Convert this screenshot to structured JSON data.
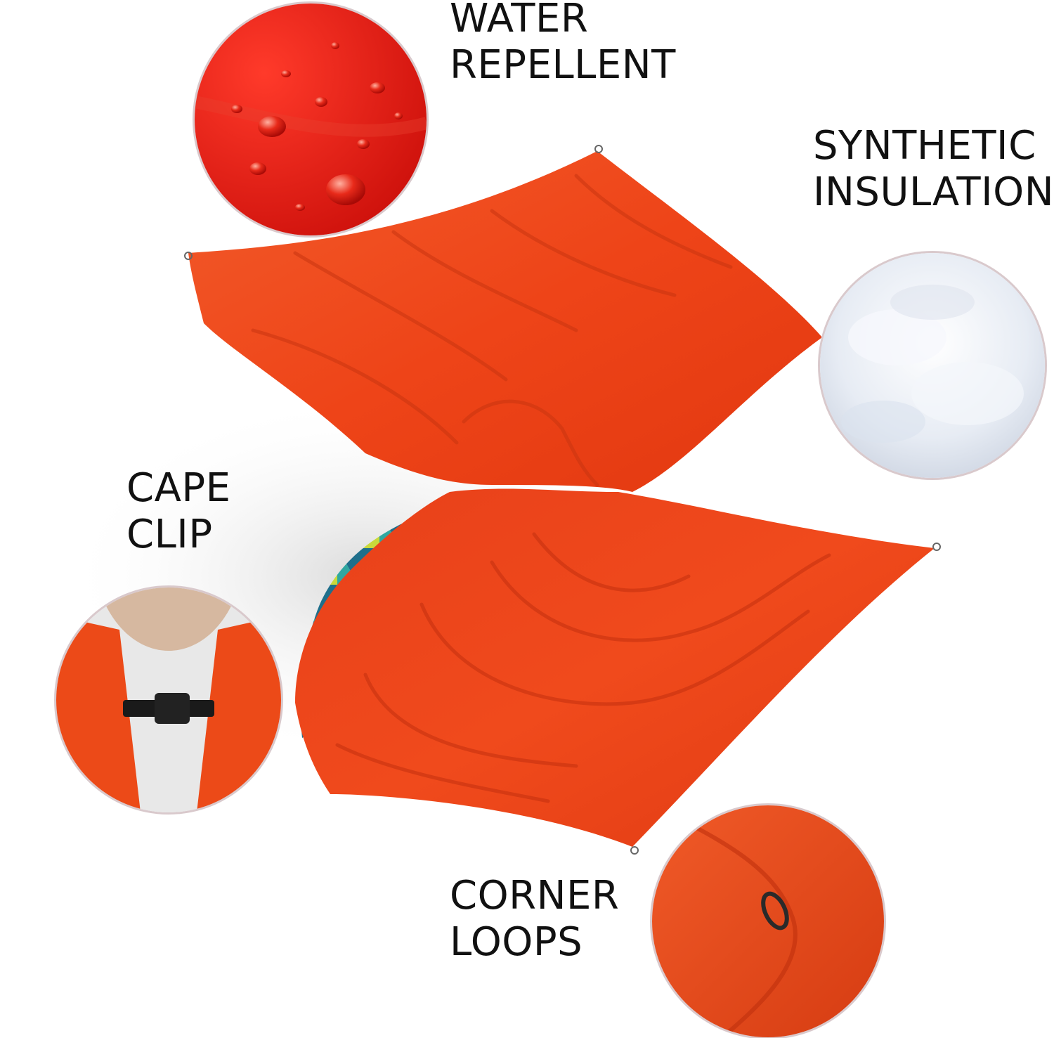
{
  "features": {
    "water": {
      "line1": "WATER",
      "line2": "REPELLENT"
    },
    "insulation": {
      "line1": "SYNTHETIC",
      "line2": "INSULATION"
    },
    "cape": {
      "line1": "CAPE",
      "line2": "CLIP"
    },
    "corner": {
      "line1": "CORNER",
      "line2": "LOOPS"
    }
  },
  "colors": {
    "blanket": "#f0441c",
    "water_fabric": "#e0140e",
    "insulation": "#e8edf5",
    "background": "#ffffff"
  }
}
